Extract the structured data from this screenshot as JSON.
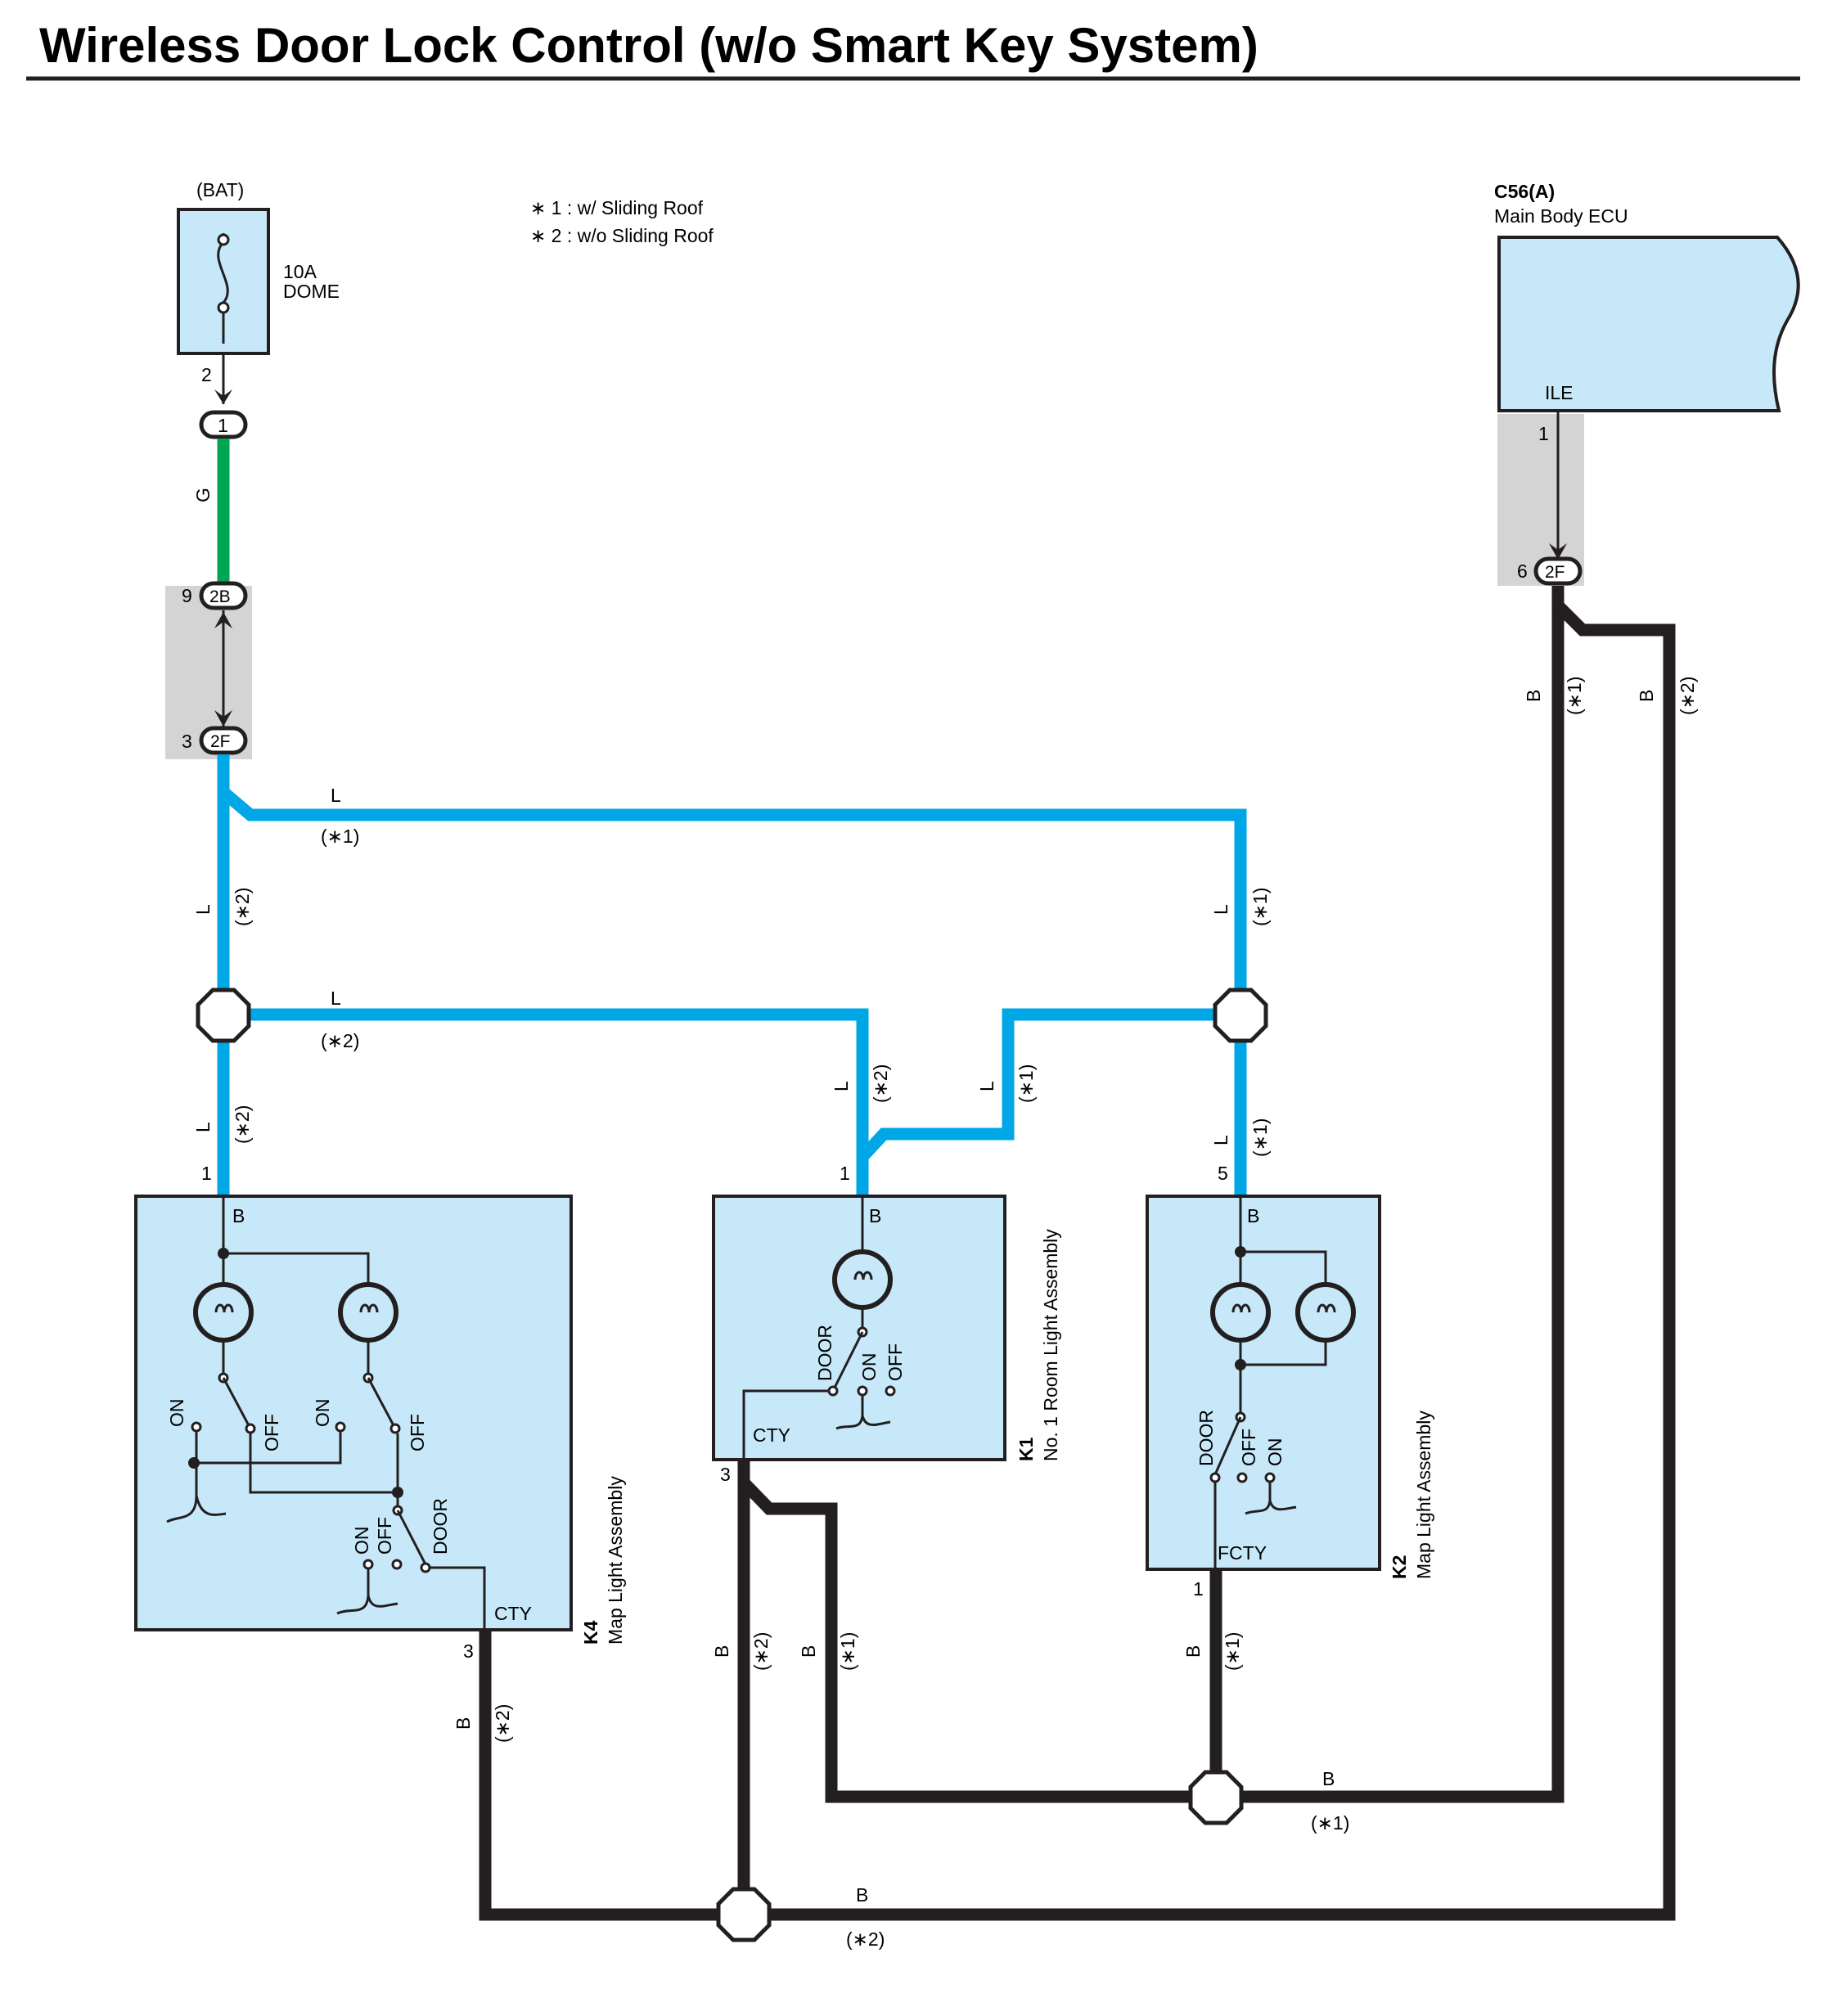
{
  "title": "Wireless Door Lock Control (w/o Smart Key System)",
  "notes": [
    "∗ 1 : w/ Sliding Roof",
    "∗ 2 : w/o Sliding Roof"
  ],
  "colors": {
    "wire_L": "#00a7e6",
    "wire_G": "#00a651",
    "wire_B": "#231f20",
    "component_fill": "#c7e8f8",
    "connector_shade": "#d4d4d4"
  },
  "fuse": {
    "source": "(BAT)",
    "rating": "10A",
    "name": "DOME",
    "pin": "2"
  },
  "junction": {
    "in_pin": "1",
    "in_wire": "G",
    "jb_upper_pin": "9",
    "jb_upper_id": "2B",
    "jb_lower_pin": "3",
    "jb_lower_id": "2F"
  },
  "ecu": {
    "code": "C56(A)",
    "name": "Main Body ECU",
    "terminal": "ILE",
    "pin": "1",
    "jb_pin": "6",
    "jb_id": "2F"
  },
  "wires": {
    "L": "L",
    "B": "B",
    "note1": "(∗1)",
    "note2": "(∗2)"
  },
  "components": {
    "k4": {
      "code": "K4",
      "name": "Map Light Assembly",
      "pin_in": "1",
      "pin_out": "3",
      "term_in": "B",
      "term_out": "CTY",
      "switch_left": [
        "ON",
        "OFF"
      ],
      "switch_right": [
        "ON",
        "OFF"
      ],
      "door_switch": [
        "ON",
        "OFF",
        "DOOR"
      ]
    },
    "k1": {
      "code": "K1",
      "name": "No.  1 Room Light Assembly",
      "pin_in": "1",
      "pin_out": "3",
      "term_in": "B",
      "term_out": "CTY",
      "switch": [
        "DOOR",
        "ON",
        "OFF"
      ]
    },
    "k2": {
      "code": "K2",
      "name": "Map Light Assembly",
      "pin_in": "5",
      "pin_out": "1",
      "term_in": "B",
      "term_out": "FCTY",
      "switch": [
        "DOOR",
        "OFF",
        "ON"
      ]
    }
  }
}
